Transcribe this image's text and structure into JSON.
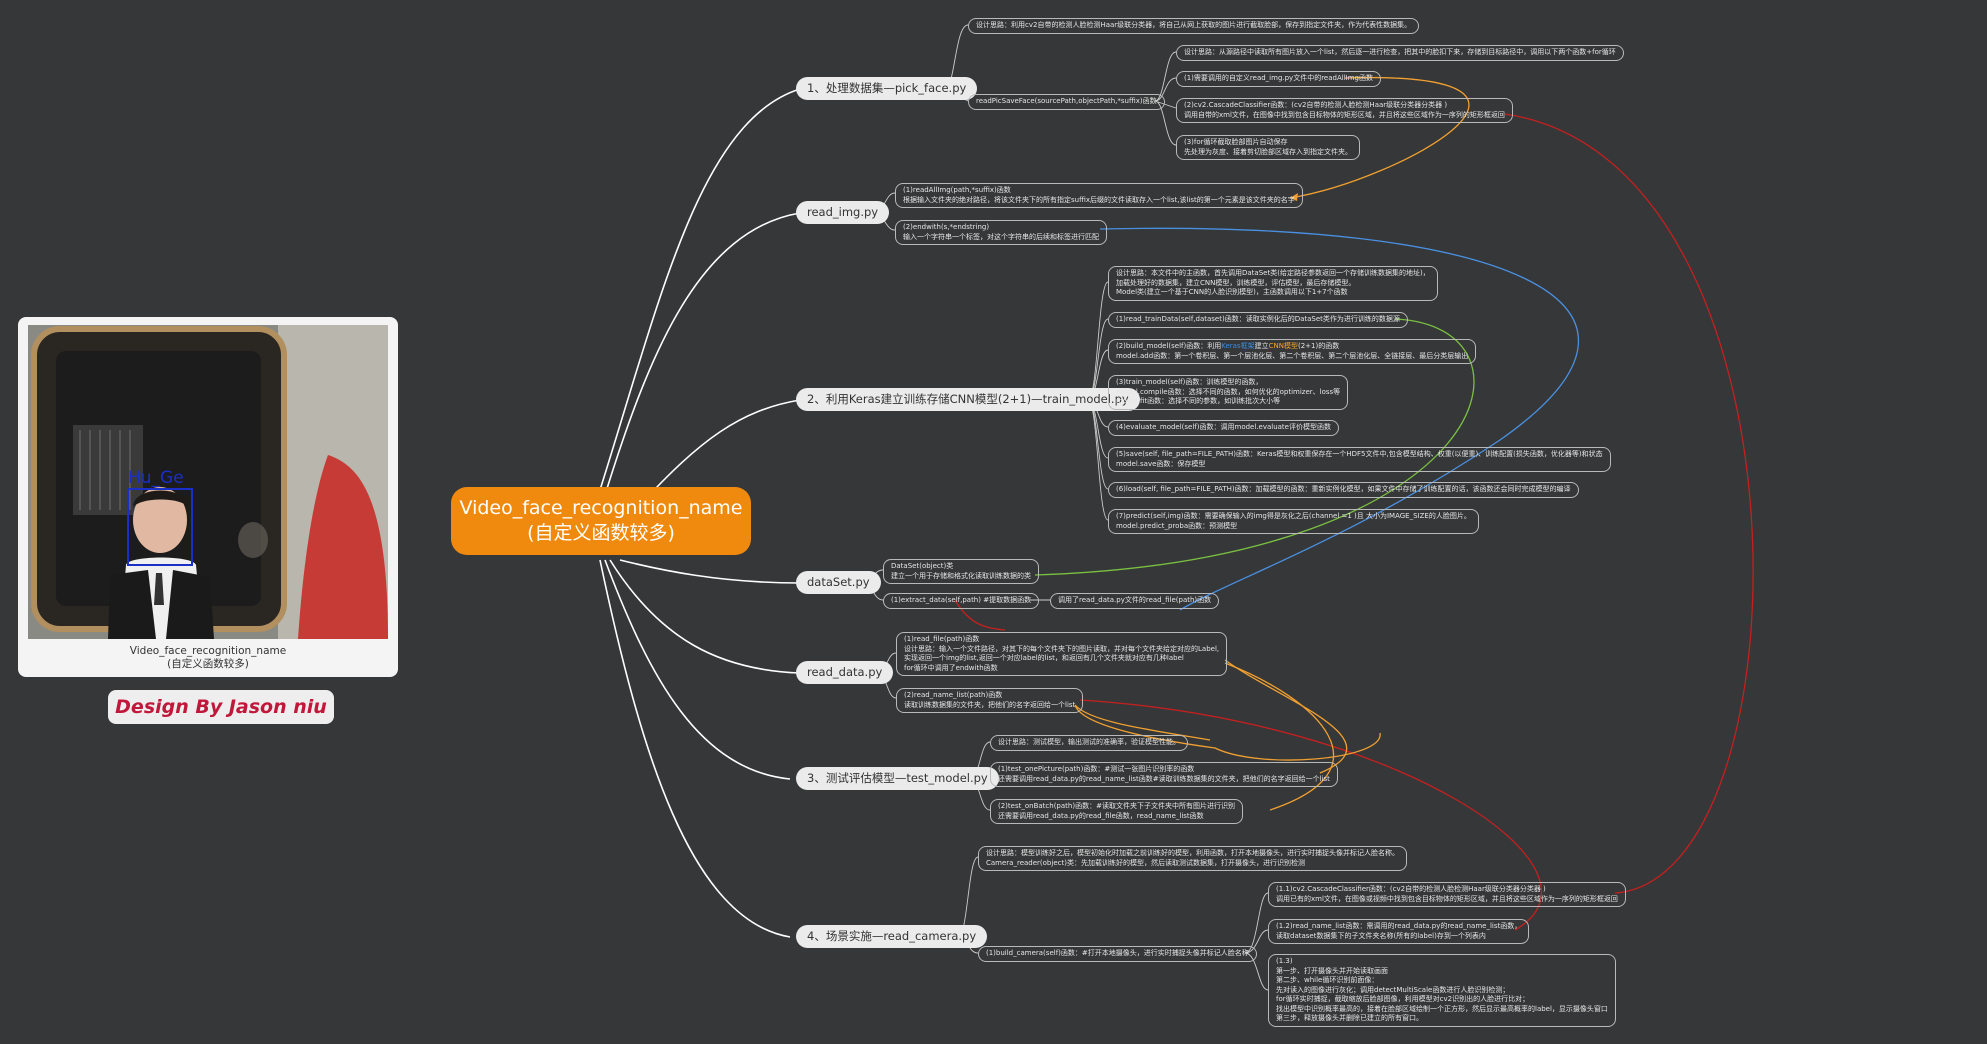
{
  "root": {
    "line1": "Video_face_recognition_name",
    "line2": "(自定义函数较多)"
  },
  "branches": [
    {
      "label": "1、处理数据集—pick_face.py"
    },
    {
      "label": "read_img.py"
    },
    {
      "label": "2、利用Keras建立训练存储CNN模型(2+1)—train_model.py"
    },
    {
      "label": "dataSet.py"
    },
    {
      "label": "read_data.py"
    },
    {
      "label": "3、测试评估模型—test_model.py"
    },
    {
      "label": "4、场景实施—read_camera.py"
    }
  ],
  "nodes": {
    "pf_design": "设计思路：利用cv2自带的检测人脸检测Haar级联分类器，将自己从网上获取的图片进行截取脸部，保存到指定文件夹，作为代表性数据集。",
    "pf_func": "readPicSaveFace(sourcePath,objectPath,*suffix)函数",
    "pf_sub0": "设计思路：从源路径中读取所有图片放入一个list，然后逐一进行检查，把其中的脸扣下来，存储到目标路径中，调用以下两个函数+for循环",
    "pf_sub1": "(1)需要调用的自定义read_img.py文件中的readAllImg函数",
    "pf_sub2": "(2)cv2.CascadeClassifier函数：(cv2自带的检测人脸检测Haar级联分类器分类器 )\n调用自带的xml文件，在图像中找到包含目标物体的矩形区域，并且将这些区域作为一序列的矩形框返回",
    "pf_sub3": "(3)for循环截取脸部图片自动保存\n先处理为灰度、接着剪切脸部区域存入到指定文件夹。",
    "ri_1": "(1)readAllImg(path,*suffix)函数\n根据输入文件夹的绝对路径，将该文件夹下的所有指定suffix后缀的文件读取存入一个list,该list的第一个元素是该文件夹的名字",
    "ri_2": "(2)endwith(s,*endstring)\n输入一个字符串一个标签，对这个字符串的后续和标签进行匹配",
    "tm_design": "设计思路：本文件中的主函数，首先调用DataSet类(给定路径参数返回一个存储训练数据集的地址)，\n加载处理好的数据集，建立CNN模型，训练模型，评估模型，最后存储模型。\nModel类(建立一个基于CNN的人脸识别模型)，主函数调用以下1+7个函数",
    "tm_1": "(1)read_trainData(self,dataset)函数：读取实例化后的DataSet类作为进行训练的数据源",
    "tm_2_pre": "(2)build_model(self)函数：利用",
    "tm_2_a": "Keras框架",
    "tm_2_mid": "建立",
    "tm_2_b": "CNN模型",
    "tm_2_post": "(2+1)的函数\nmodel.add函数：第一个卷积层、第一个层池化层、第二个卷积层、第二个层池化层、全链接层、最后分类层输出",
    "tm_3": "(3)train_model(self)函数：训练模型的函数，\nmodel.compile函数：选择不同的函数，如何优化的optimizer、loss等\nmodel.fit函数：选择不同的参数，如训练批次大小等",
    "tm_4": "(4)evaluate_model(self)函数：调用model.evaluate评价模型函数",
    "tm_5": "(5)save(self, file_path=FILE_PATH)函数：Keras模型和权重保存在一个HDF5文件中,包含模型结构、权重(以便重)、训练配置(损失函数，优化器等)和状态\nmodel.save函数：保存模型",
    "tm_6": "(6)load(self, file_path=FILE_PATH)函数：加载模型的函数：重新实例化模型，如果文件中存储了训练配置的话，该函数还会同时完成模型的编译",
    "tm_7": "(7)predict(self,img)函数：需要确保输入的img得是灰化之后(channel =1 )且 大小为IMAGE_SIZE的人脸图片。\nmodel.predict_proba函数：预测模型",
    "ds_1": "DataSet(object)类\n建立一个用于存储和格式化读取训练数据的类",
    "ds_2": "(1)extract_data(self,path) #提取数据函数",
    "ds_2b": "调用了read_data.py文件的read_file(path)函数",
    "rd_1": "(1)read_file(path)函数\n设计思路：输入一个文件路径，对其下的每个文件夹下的图片读取，并对每个文件夹给定对应的Label,\n实现返回一个img的list,返回一个对应label的list，和返回有几个文件夹就对应有几种label\nfor循环中调用了endwith函数",
    "rd_2": "(2)read_name_list(path)函数\n读取训练数据集的文件夹，把他们的名字返回给一个list",
    "te_design": "设计思路：测试模型，输出测试的准确率，验证模型性能。",
    "te_1": "(1)test_onePicture(path)函数：#测试一张图片识别率的函数\n还需要调用read_data.py的read_name_list函数#读取训练数据集的文件夹，把他们的名字返回给一个list",
    "te_2": "(2)test_onBatch(path)函数：#读取文件夹下子文件夹中所有图片进行识别\n还需要调用read_data.py的read_file函数，read_name_list函数",
    "rc_design": "设计思路：模型训练好之后，模型初始化时加载之前训练好的模型，利用函数，打开本地摄像头，进行实时捕捉头像并标记人脸名称。\nCamera_reader(object)类：先加载训练好的模型，然后读取测试数据集，打开摄像头，进行识别检测",
    "rc_func": "(1)build_camera(self)函数：#打开本地摄像头，进行实时捕捉头像并标记人脸名称",
    "rc_11": "(1.1)cv2.CascadeClassifier函数：(cv2自带的检测人脸检测Haar级联分类器分类器 )\n调用已有的xml文件，在图像或视频中找到包含目标物体的矩形区域，并且将这些区域作为一序列的矩形框返回",
    "rc_12": "(1.2)read_name_list函数：需调用的read_data.py的read_name_list函数，\n读取dataset数据集下的子文件夹名称(所有的label)存到一个列表内",
    "rc_13": "(1.3)\n第一步、打开摄像头并开始读取画面\n第二步、while循环识别前面像：\n先对读入的图像进行灰化；调用detectMultiScale函数进行人脸识别检测；\nfor循环实时捕捉，截取缩放后脸部图像，利用模型对cv2识别出的人脸进行比对；\n找出模型中识别概率最高的，接着在脸部区域绘制一个正方形，然后显示最高概率的label，显示摄像头窗口\n第三步，释放摄像头并删除已建立的所有窗口。"
  },
  "photo": {
    "label": "Hu_Ge",
    "caption_line1": "Video_face_recognition_name",
    "caption_line2": "(自定义函数较多)"
  },
  "signature": "Design By Jason niu",
  "colors": {
    "root": "#f08a0f",
    "link_orange": "#f0a030",
    "link_red": "#c42020",
    "link_blue": "#4a90e2",
    "link_green": "#7ac142",
    "face_box": "#1a2ec8"
  }
}
